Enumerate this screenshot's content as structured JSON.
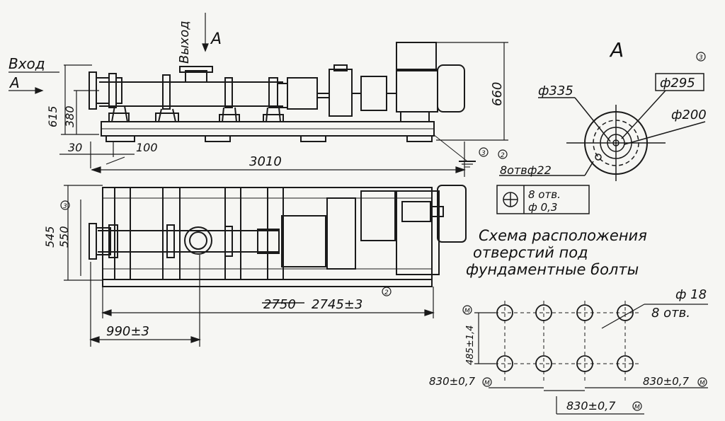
{
  "labels": {
    "inlet": "Вход",
    "inlet_arrow": "A",
    "outlet": "Выход",
    "outlet_arrow": "A",
    "view_a": "A",
    "h_615": "615",
    "h_380": "380",
    "h_660": "660",
    "d_30": "30",
    "d_100": "100",
    "len_3010": "3010",
    "w_545": "545",
    "w_550": "550",
    "len_2750_old": "2750",
    "len_2745": "2745±3",
    "len_990": "990±3",
    "dia_335": "ф335",
    "dia_295": "ф295",
    "dia_200": "ф200",
    "holes_8": "8отвф22",
    "tol_count": "8 отв.",
    "tol_value": "ф 0,3",
    "scheme_line1": "Схема расположения",
    "scheme_line2": "отверстий под",
    "scheme_line3": "фундаментные болты",
    "bolt_dia": "ф 18",
    "bolt_count": "8 отв.",
    "pitch_vertical": "485±1,4",
    "pitch_left": "830±0,7",
    "pitch_right": "830±0,7",
    "pitch_bottom": "830±0,7",
    "rev3": "3",
    "rev2": "2",
    "mark_m": "M"
  }
}
